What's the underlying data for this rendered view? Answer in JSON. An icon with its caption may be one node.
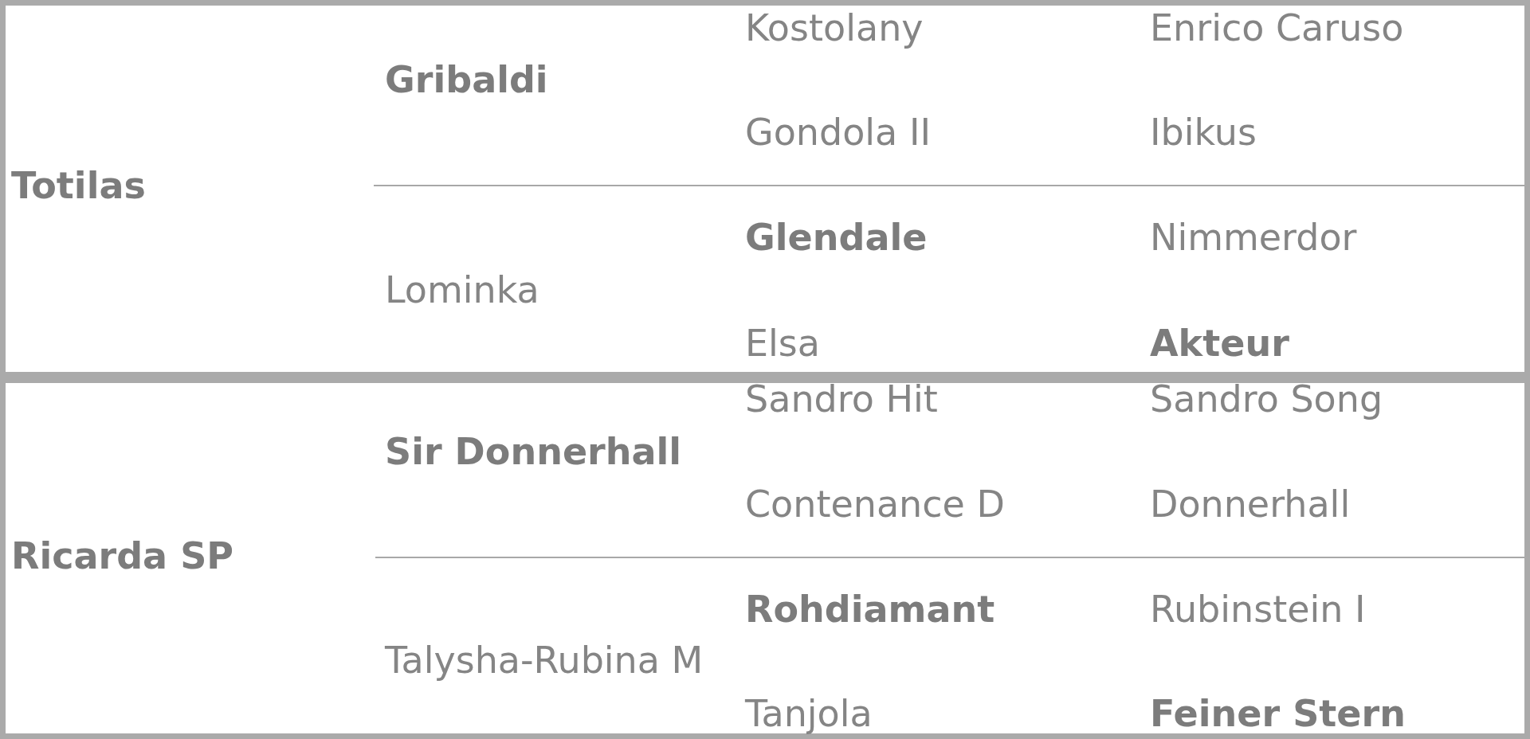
{
  "diagram": {
    "labels": [
      "Totilas",
      "Gribaldi",
      "Kostolany",
      "Enrico Caruso",
      "Gondola II",
      "Ibikus",
      "Lominka",
      "Glendale",
      "Nimmerdor",
      "Elsa",
      "Akteur",
      "Ricarda SP",
      "Sir Donnerhall",
      "Sandro Hit",
      "Sandro Song",
      "Contenance D",
      "Donnerhall",
      "Talysha-Rubina M",
      "Rohdiamant",
      "Rubinstein I",
      "Tanjola",
      "Feiner Stern"
    ]
  }
}
